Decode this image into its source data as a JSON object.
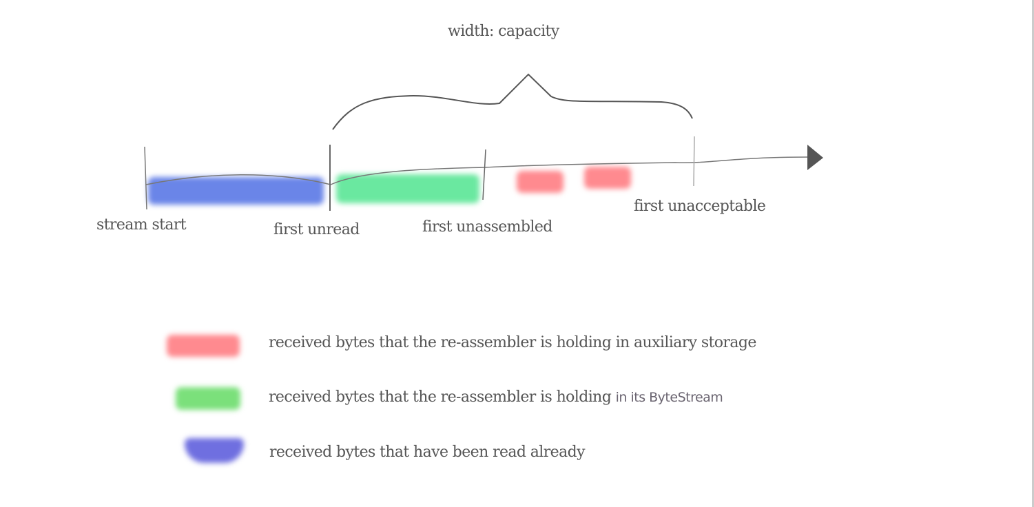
{
  "diagram": {
    "brace_label": "width: capacity",
    "markers": [
      {
        "label": "stream start"
      },
      {
        "label": "first unread"
      },
      {
        "label": "first unassembled"
      },
      {
        "label": "first unacceptable"
      }
    ]
  },
  "legend": [
    {
      "text": "received bytes that the re-assembler is holding in auxiliary storage",
      "color": "#ff8a8f"
    },
    {
      "text_main": "received bytes that the re-assembler is holding",
      "text_suffix": "in its ByteStream",
      "color": "#7be07b"
    },
    {
      "text": "received bytes that have been read already",
      "color": "#6f6fe0"
    }
  ],
  "colors": {
    "read": "#6a85e8",
    "bytestream": "#6ae8a0",
    "auxiliary": "#ff8a8f",
    "line": "#555555"
  }
}
